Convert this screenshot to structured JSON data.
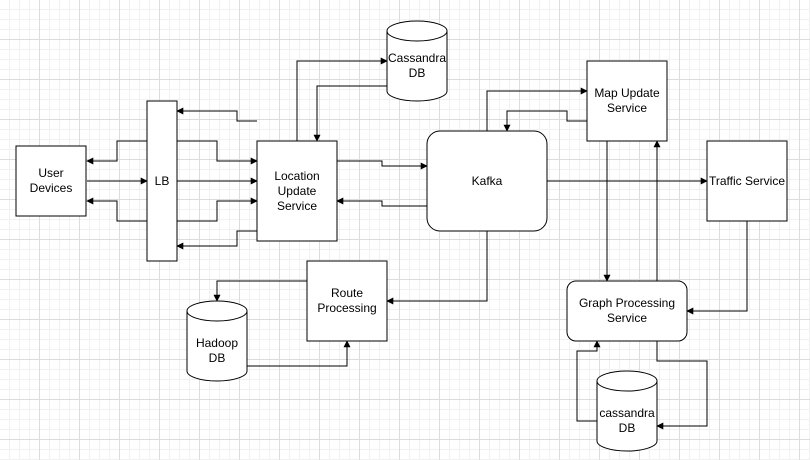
{
  "nodes": {
    "user_devices": "User\nDevices",
    "lb": "LB",
    "location_update_service": "Location\nUpdate\nService",
    "cassandra_db_top": "Cassandra\nDB",
    "kafka": "Kafka",
    "map_update_service": "Map Update\nService",
    "traffic_service": "Traffic Service",
    "route_processing": "Route\nProcessing",
    "hadoop_db": "Hadoop\nDB",
    "graph_processing_service": "Graph Processing\nService",
    "cassandra_db_bottom": "cassandra\nDB"
  },
  "colors": {
    "line": "#000000",
    "fill": "#ffffff",
    "grid": "#dcdcdc"
  }
}
